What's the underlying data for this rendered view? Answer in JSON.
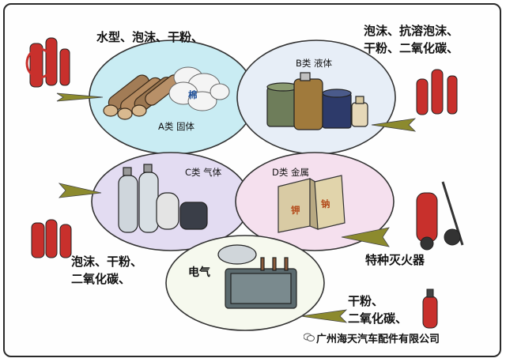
{
  "diagram": {
    "solid": {
      "class_label": "A类  固体",
      "agents": "水型、泡沫、干粉、",
      "item_label": "棉"
    },
    "liquid": {
      "class_label": "B类  液体",
      "agents": "泡沫、抗溶泡沫、\n干粉、二氧化碳、"
    },
    "gas": {
      "class_label": "C类  气体",
      "agents": "泡沫、干粉、\n二氧化碳、"
    },
    "metal": {
      "class_label": "D类  金属",
      "agents": "特种灭火器",
      "ingot_k": "钾",
      "ingot_na": "钠"
    },
    "electric": {
      "class_label": "电气",
      "agents": "干粉、\n二氧化碳、"
    }
  },
  "watermark": {
    "text": "广州海天汽车配件有限公司"
  },
  "colors": {
    "solid_bubble": "#c9ecf3",
    "liquid_bubble": "#e7eef7",
    "gas_bubble": "#e3dcf2",
    "metal_bubble": "#f5e0ee",
    "electric_bubble": "#f6f9ee",
    "arrow": "#8c8a2e",
    "extinguisher": "#c8302c"
  }
}
